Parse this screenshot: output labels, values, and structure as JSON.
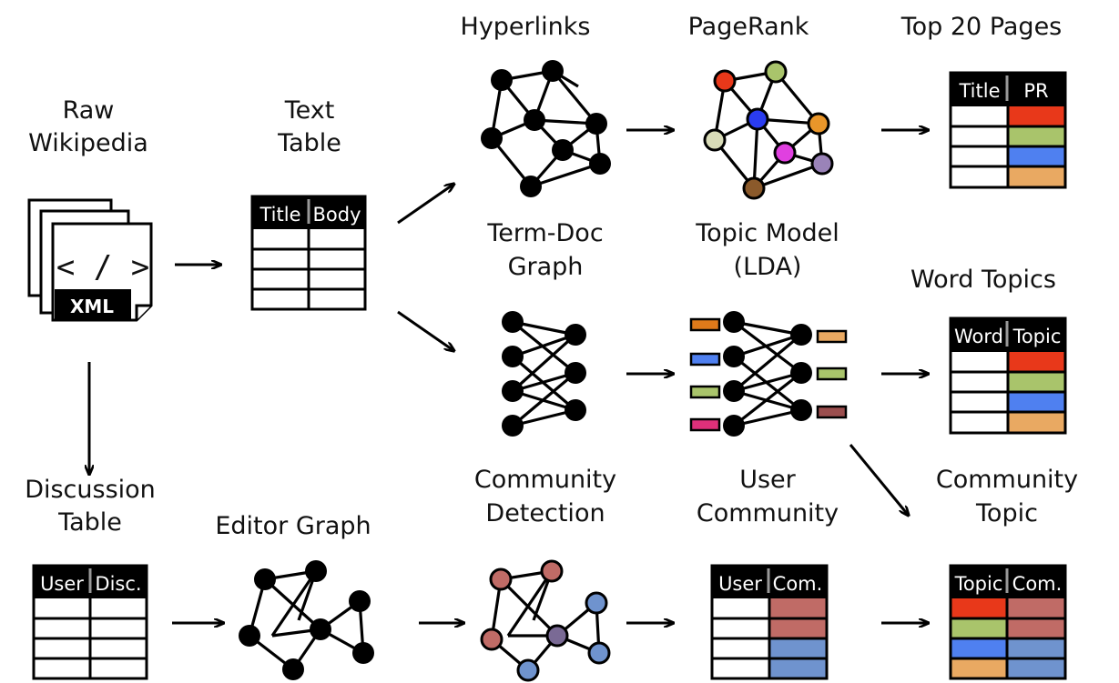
{
  "labels": {
    "raw_wikipedia_1": "Raw",
    "raw_wikipedia_2": "Wikipedia",
    "text_table_1": "Text",
    "text_table_2": "Table",
    "hyperlinks": "Hyperlinks",
    "pagerank": "PageRank",
    "top20": "Top 20 Pages",
    "termdoc_1": "Term-Doc",
    "termdoc_2": "Graph",
    "topic_model_1": "Topic Model",
    "topic_model_2": "(LDA)",
    "word_topics": "Word Topics",
    "discussion_1": "Discussion",
    "discussion_2": "Table",
    "editor_graph": "Editor Graph",
    "community_detection_1": "Community",
    "community_detection_2": "Detection",
    "user_community_1": "User",
    "user_community_2": "Community",
    "community_topic_1": "Community",
    "community_topic_2": "Topic"
  },
  "xml_doc": {
    "code": "< / >",
    "badge": "XML"
  },
  "tables": {
    "text_table": {
      "col1": "Title",
      "col2": "Body"
    },
    "top20": {
      "col1": "Title",
      "col2": "PR"
    },
    "word_topics": {
      "col1": "Word",
      "col2": "Topic"
    },
    "discussion": {
      "col1": "User",
      "col2": "Disc."
    },
    "user_community": {
      "col1": "User",
      "col2": "Com."
    },
    "community_topic": {
      "col1": "Topic",
      "col2": "Com."
    }
  },
  "colors": {
    "red": "#e8381a",
    "green": "#a9c46b",
    "blue": "#4f80f0",
    "orange": "#e9a962",
    "rose": "#c06b66",
    "steel": "#6f93ce",
    "lavender": "#c9c0df",
    "purple": "#9a83b8",
    "brown": "#8b5a2b",
    "magenta": "#e040e0",
    "cream": "#d9dcb8",
    "pink": "#e0307a",
    "maroon": "#9b4e4e"
  }
}
